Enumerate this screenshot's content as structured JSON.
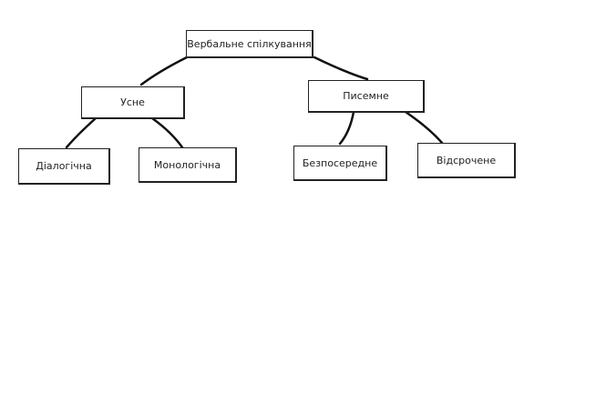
{
  "nodes": {
    "root": "Вербальне спілкування",
    "oral": "Усне",
    "written": "Писемне",
    "dialogic": "Діалогічна",
    "monologic": "Монологічна",
    "direct": "Безпосередне",
    "delayed": "Відсрочене"
  },
  "edges": [
    [
      "root",
      "oral"
    ],
    [
      "root",
      "written"
    ],
    [
      "oral",
      "dialogic"
    ],
    [
      "oral",
      "monologic"
    ],
    [
      "written",
      "direct"
    ],
    [
      "written",
      "delayed"
    ]
  ]
}
